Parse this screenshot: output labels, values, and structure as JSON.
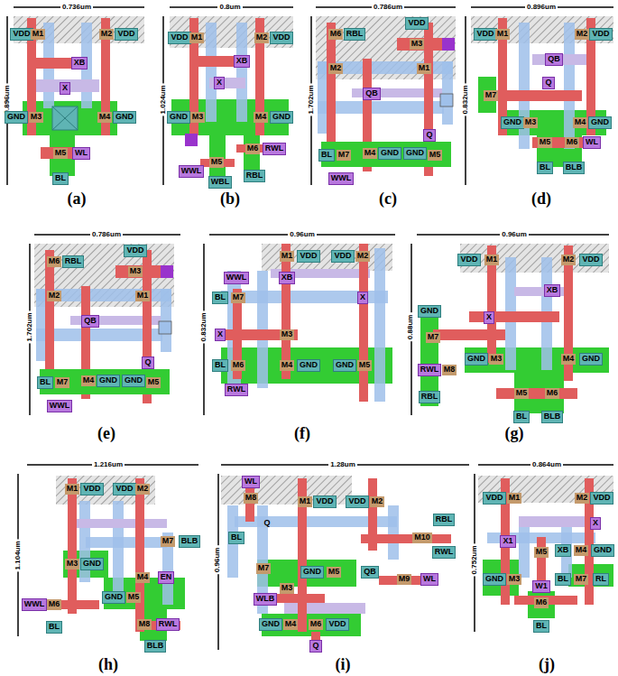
{
  "diagram": {
    "labels": [
      "0.736um",
      "0.896um",
      "VDD",
      "M1",
      "M2",
      "VDD",
      "XB",
      "X",
      "GND",
      "M3",
      "M4",
      "GND",
      "M5",
      "WL",
      "BL",
      "(a)",
      "0.8um",
      "1.024um",
      "VDD",
      "M1",
      "M2",
      "VDD",
      "XB",
      "X",
      "GND",
      "M3",
      "M4",
      "GND",
      "WWL",
      "M5",
      "M6",
      "RWL",
      "WBL",
      "RBL",
      "(b)",
      "0.786um",
      "1.702um",
      "M6",
      "RBL",
      "VDD",
      "M3",
      "M2",
      "M1",
      "QB",
      "Q",
      "BL",
      "M7",
      "M4",
      "GND",
      "GND",
      "M5",
      "WWL",
      "(c)",
      "0.896um",
      "0.832um",
      "VDD",
      "M1",
      "M2",
      "VDD",
      "QB",
      "Q",
      "M7",
      "GND",
      "M3",
      "M4",
      "GND",
      "M5",
      "M6",
      "WL",
      "BL",
      "BLB",
      "(d)",
      "0.786um",
      "1.702um",
      "VDD",
      "M6",
      "RBL",
      "M3",
      "M2",
      "M1",
      "QB",
      "Q",
      "BL",
      "M7",
      "M4",
      "GND",
      "GND",
      "M5",
      "WWL",
      "(e)",
      "0.96um",
      "0.832um",
      "M1",
      "VDD",
      "VDD",
      "M2",
      "WWL",
      "XB",
      "BL",
      "M7",
      "X",
      "X",
      "M3",
      "BL",
      "M6",
      "M4",
      "GND",
      "GND",
      "M5",
      "RWL",
      "(f)",
      "0.96um",
      "0.88um",
      "VDD",
      "M1",
      "M2",
      "VDD",
      "GND",
      "XB",
      "X",
      "M7",
      "GND",
      "M3",
      "M4",
      "GND",
      "RWL",
      "M8",
      "RBL",
      "M5",
      "M6",
      "BL",
      "BLB",
      "(g)",
      "1.216um",
      "1.104um",
      "M1",
      "VDD",
      "VDD",
      "M2",
      "M7",
      "BLB",
      "M3",
      "GND",
      "M4",
      "EN",
      "WWL",
      "M6",
      "GND",
      "M5",
      "BL",
      "M8",
      "RWL",
      "BLB",
      "(h)",
      "1.28um",
      "0.96um",
      "WL",
      "M8",
      "M1",
      "VDD",
      "VDD",
      "M2",
      "Q",
      "BL",
      "RBL",
      "M10",
      "RWL",
      "M7",
      "GND",
      "M5",
      "QB",
      "M3",
      "M9",
      "WL",
      "WLB",
      "GND",
      "M4",
      "M6",
      "VDD",
      "Q",
      "(i)",
      "0.864um",
      "0.752um",
      "VDD",
      "M1",
      "M2",
      "VDD",
      "X",
      "X1",
      "XB",
      "M4",
      "GND",
      "M5",
      "GND",
      "M3",
      "W1",
      "BL",
      "M7",
      "RL",
      "M6",
      "BL",
      "(j)"
    ]
  }
}
